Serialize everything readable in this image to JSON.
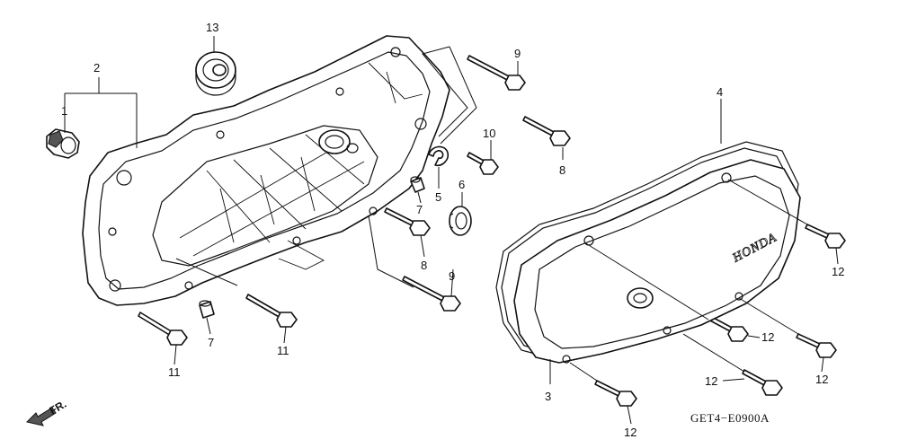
{
  "diagram_code": "GET4−E0900A",
  "direction_label": "FR.",
  "brand_text": "HONDA",
  "callouts": [
    {
      "id": "c2",
      "text": "2"
    },
    {
      "id": "c1",
      "text": "1"
    },
    {
      "id": "c13",
      "text": "13"
    },
    {
      "id": "c9a",
      "text": "9"
    },
    {
      "id": "c8a",
      "text": "8"
    },
    {
      "id": "c10",
      "text": "10"
    },
    {
      "id": "c5",
      "text": "5"
    },
    {
      "id": "c6",
      "text": "6"
    },
    {
      "id": "c7a",
      "text": "7"
    },
    {
      "id": "c8b",
      "text": "8"
    },
    {
      "id": "c9b",
      "text": "9"
    },
    {
      "id": "c7b",
      "text": "7"
    },
    {
      "id": "c11a",
      "text": "11"
    },
    {
      "id": "c11b",
      "text": "11"
    },
    {
      "id": "c4",
      "text": "4"
    },
    {
      "id": "c12a",
      "text": "12"
    },
    {
      "id": "c12b",
      "text": "12"
    },
    {
      "id": "c12c",
      "text": "12"
    },
    {
      "id": "c12d",
      "text": "12"
    },
    {
      "id": "c12e",
      "text": "12"
    },
    {
      "id": "c3",
      "text": "3"
    }
  ]
}
